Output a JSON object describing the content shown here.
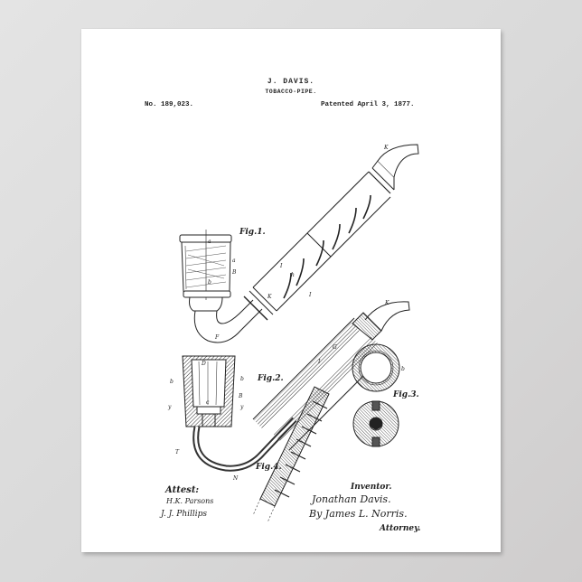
{
  "poster": {
    "background_color": "#ffffff",
    "wall_color": "#d9d9d9",
    "ink_color": "#222222"
  },
  "header": {
    "inventor": "J. DAVIS.",
    "title": "TOBACCO-PIPE.",
    "patent_number": "No. 189,023.",
    "patent_date": "Patented April 3, 1877."
  },
  "figures": {
    "fig1": "Fig.1.",
    "fig2": "Fig.2.",
    "fig3": "Fig.3.",
    "fig4": "Fig.4."
  },
  "signatures": {
    "attest_label": "Attest:",
    "witness_1": "H.K. Parsons",
    "witness_2": "J. J. Phillips",
    "inventor_label": "Inventor.",
    "inventor_name": "Jonathan Davis.",
    "by_attorney": "By James L. Norris.",
    "attorney_label": "Attorney."
  }
}
